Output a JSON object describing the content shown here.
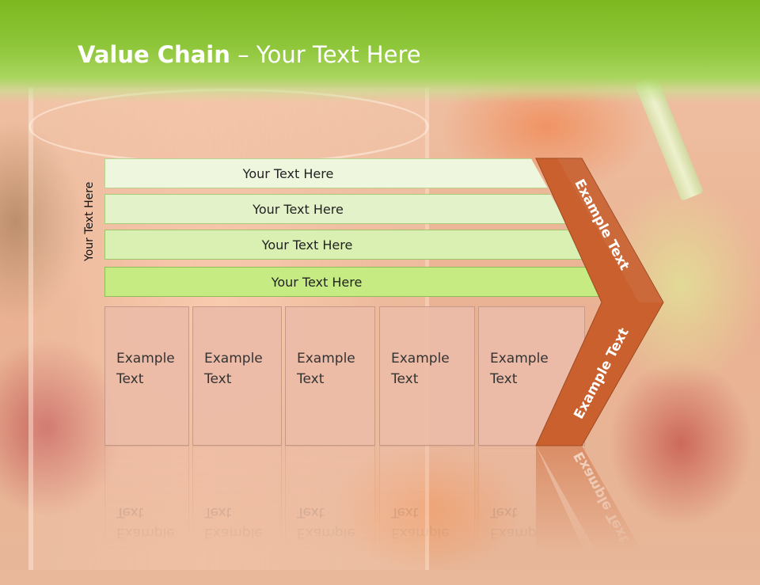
{
  "title": {
    "bold": "Value Chain",
    "rest": " – Your Text Here"
  },
  "side_label": "Your Text Here",
  "rows": [
    {
      "label": "Your Text Here"
    },
    {
      "label": "Your Text Here"
    },
    {
      "label": "Your Text Here"
    },
    {
      "label": "Your Text Here"
    }
  ],
  "columns": [
    {
      "line1": "Example",
      "line2": "Text"
    },
    {
      "line1": "Example",
      "line2": "Text"
    },
    {
      "line1": "Example",
      "line2": "Text"
    },
    {
      "line1": "Example",
      "line2": "Text"
    },
    {
      "line1": "Example",
      "line2": "Text"
    }
  ],
  "chevron": {
    "top_label": "Example Text",
    "bottom_label": "Example Text"
  },
  "colors": {
    "header": "#8ec63a",
    "chevron": "#c9602e",
    "row_darkest": "#c6eb83",
    "column_fill": "#ecbca8"
  }
}
